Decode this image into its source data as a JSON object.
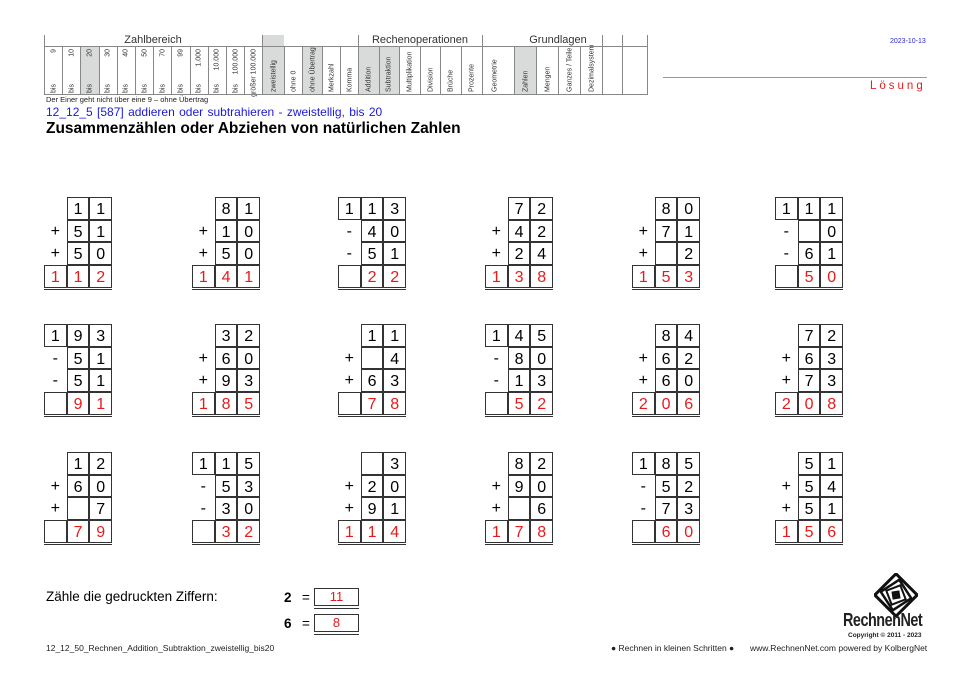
{
  "header": {
    "groups": [
      {
        "label": "Zahlbereich"
      },
      {
        "label": "Rechenoperationen"
      },
      {
        "label": "Grundlagen"
      }
    ],
    "zahlbereich": [
      {
        "prefix": "bis",
        "value": "9",
        "shaded": false
      },
      {
        "prefix": "bis",
        "value": "10",
        "shaded": false
      },
      {
        "prefix": "bis",
        "value": "20",
        "shaded": true
      },
      {
        "prefix": "bis",
        "value": "30",
        "shaded": false
      },
      {
        "prefix": "bis",
        "value": "40",
        "shaded": false
      },
      {
        "prefix": "bis",
        "value": "50",
        "shaded": false
      },
      {
        "prefix": "bis",
        "value": "70",
        "shaded": false
      },
      {
        "prefix": "bis",
        "value": "99",
        "shaded": false
      },
      {
        "prefix": "bis",
        "value": "1.000",
        "shaded": false
      },
      {
        "prefix": "bis",
        "value": "10.000",
        "shaded": false
      },
      {
        "prefix": "bis",
        "value": "100.000",
        "shaded": false
      },
      {
        "prefix": "",
        "value": "größer 100.000",
        "shaded": false
      }
    ],
    "extra_columns": [
      {
        "label": "zweistellig",
        "shaded": true
      },
      {
        "label": "ohne 0",
        "shaded": false
      },
      {
        "label": "ohne Übertrag",
        "shaded": true
      },
      {
        "label": "Merkzahl",
        "shaded": false
      },
      {
        "label": "Komma",
        "shaded": false
      }
    ],
    "rechenoperationen": [
      {
        "label": "Addition",
        "shaded": true
      },
      {
        "label": "Subtraktion",
        "shaded": true
      },
      {
        "label": "Multiplikation",
        "shaded": false
      },
      {
        "label": "Division",
        "shaded": false
      },
      {
        "label": "Brüche",
        "shaded": false
      },
      {
        "label": "Prozente",
        "shaded": false
      }
    ],
    "geometrie": {
      "label": "Geometrie",
      "shaded": false
    },
    "grundlagen": [
      {
        "label": "Zahlen",
        "shaded": true
      },
      {
        "label": "Mengen",
        "shaded": false
      },
      {
        "label": "Ganzes / Teile",
        "shaded": false
      },
      {
        "label": "Dezimalsystem",
        "shaded": false
      }
    ],
    "date": "2023-10-13",
    "solution_label": "Lösung"
  },
  "note": "Der Einer geht nicht über eine 9 – ohne Übertrag",
  "subtitle": "12_12_5   [587]   addieren oder subtrahieren - zweistellig, bis 20",
  "title": "Zusammenzählen oder Abziehen von natürlichen Zahlen",
  "problems": [
    {
      "op": "+",
      "rows": [
        [
          "",
          "1",
          "1"
        ],
        [
          "+",
          "5",
          "1"
        ],
        [
          "+",
          "5",
          "0"
        ]
      ],
      "result": [
        "1",
        "1",
        "2"
      ]
    },
    {
      "op": "+",
      "rows": [
        [
          "",
          "8",
          "1"
        ],
        [
          "+",
          "1",
          "0"
        ],
        [
          "+",
          "5",
          "0"
        ]
      ],
      "result": [
        "1",
        "4",
        "1"
      ]
    },
    {
      "op": "-",
      "rows": [
        [
          "1",
          "1",
          "3"
        ],
        [
          "-",
          "4",
          "0"
        ],
        [
          "-",
          "5",
          "1"
        ]
      ],
      "result": [
        "",
        "2",
        "2"
      ]
    },
    {
      "op": "+",
      "rows": [
        [
          "",
          "7",
          "2"
        ],
        [
          "+",
          "4",
          "2"
        ],
        [
          "+",
          "2",
          "4"
        ]
      ],
      "result": [
        "1",
        "3",
        "8"
      ]
    },
    {
      "op": "+",
      "rows": [
        [
          "",
          "8",
          "0"
        ],
        [
          "+",
          "7",
          "1"
        ],
        [
          "+",
          "",
          "2"
        ]
      ],
      "result": [
        "1",
        "5",
        "3"
      ]
    },
    {
      "op": "-",
      "rows": [
        [
          "1",
          "1",
          "1"
        ],
        [
          "-",
          "",
          "0"
        ],
        [
          "-",
          "6",
          "1"
        ]
      ],
      "result": [
        "",
        "5",
        "0"
      ]
    },
    {
      "op": "-",
      "rows": [
        [
          "1",
          "9",
          "3"
        ],
        [
          "-",
          "5",
          "1"
        ],
        [
          "-",
          "5",
          "1"
        ]
      ],
      "result": [
        "",
        "9",
        "1"
      ]
    },
    {
      "op": "+",
      "rows": [
        [
          "",
          "3",
          "2"
        ],
        [
          "+",
          "6",
          "0"
        ],
        [
          "+",
          "9",
          "3"
        ]
      ],
      "result": [
        "1",
        "8",
        "5"
      ]
    },
    {
      "op": "+",
      "rows": [
        [
          "",
          "1",
          "1"
        ],
        [
          "+",
          "",
          "4"
        ],
        [
          "+",
          "6",
          "3"
        ]
      ],
      "result": [
        "",
        "7",
        "8"
      ]
    },
    {
      "op": "-",
      "rows": [
        [
          "1",
          "4",
          "5"
        ],
        [
          "-",
          "8",
          "0"
        ],
        [
          "-",
          "1",
          "3"
        ]
      ],
      "result": [
        "",
        "5",
        "2"
      ]
    },
    {
      "op": "+",
      "rows": [
        [
          "",
          "8",
          "4"
        ],
        [
          "+",
          "6",
          "2"
        ],
        [
          "+",
          "6",
          "0"
        ]
      ],
      "result": [
        "2",
        "0",
        "6"
      ]
    },
    {
      "op": "+",
      "rows": [
        [
          "",
          "7",
          "2"
        ],
        [
          "+",
          "6",
          "3"
        ],
        [
          "+",
          "7",
          "3"
        ]
      ],
      "result": [
        "2",
        "0",
        "8"
      ]
    },
    {
      "op": "+",
      "rows": [
        [
          "",
          "1",
          "2"
        ],
        [
          "+",
          "6",
          "0"
        ],
        [
          "+",
          "",
          "7"
        ]
      ],
      "result": [
        "",
        "7",
        "9"
      ]
    },
    {
      "op": "-",
      "rows": [
        [
          "1",
          "1",
          "5"
        ],
        [
          "-",
          "5",
          "3"
        ],
        [
          "-",
          "3",
          "0"
        ]
      ],
      "result": [
        "",
        "3",
        "2"
      ]
    },
    {
      "op": "+",
      "rows": [
        [
          "",
          "",
          "3"
        ],
        [
          "+",
          "2",
          "0"
        ],
        [
          "+",
          "9",
          "1"
        ]
      ],
      "result": [
        "1",
        "1",
        "4"
      ]
    },
    {
      "op": "+",
      "rows": [
        [
          "",
          "8",
          "2"
        ],
        [
          "+",
          "9",
          "0"
        ],
        [
          "+",
          "",
          "6"
        ]
      ],
      "result": [
        "1",
        "7",
        "8"
      ]
    },
    {
      "op": "-",
      "rows": [
        [
          "1",
          "8",
          "5"
        ],
        [
          "-",
          "5",
          "2"
        ],
        [
          "-",
          "7",
          "3"
        ]
      ],
      "result": [
        "",
        "6",
        "0"
      ]
    },
    {
      "op": "+",
      "rows": [
        [
          "",
          "5",
          "1"
        ],
        [
          "+",
          "5",
          "4"
        ],
        [
          "+",
          "5",
          "1"
        ]
      ],
      "result": [
        "1",
        "5",
        "6"
      ]
    }
  ],
  "count": {
    "label": "Zähle die gedruckten Ziffern:",
    "items": [
      {
        "digit": "2",
        "eq": "=",
        "answer": "11"
      },
      {
        "digit": "6",
        "eq": "=",
        "answer": "8"
      }
    ]
  },
  "footer": {
    "filename": "12_12_50_Rechnen_Addition_Subtraktion_zweistellig_bis20",
    "slogan": "● Rechnen in kleinen Schritten ●",
    "site": "www.RechnenNet.com powered by KolbergNet",
    "logo_text": "RechnenNet",
    "copyright": "Copyright © 2011 - 2023"
  }
}
